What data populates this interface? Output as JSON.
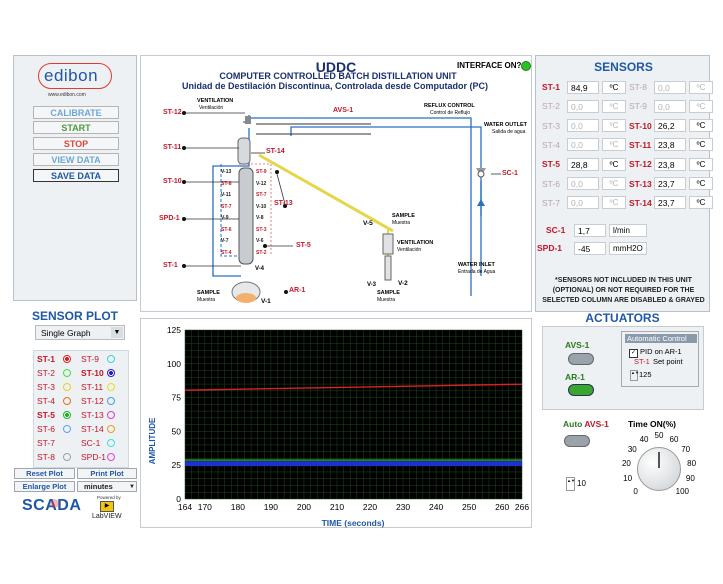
{
  "brand": {
    "logo": "edibon",
    "url": "www.edibon.com"
  },
  "controls": {
    "calibrate": "CALIBRATE",
    "start": "START",
    "stop": "STOP",
    "view_data": "VIEW DATA",
    "save_data": "SAVE DATA"
  },
  "colors": {
    "accent": "#1f57a8",
    "sensor_label": "#c0182a",
    "start": "#4d9b3b",
    "stop": "#d8483c",
    "plot_bg": "#000000",
    "indicator_on": "#28c322"
  },
  "diagram": {
    "title": "UDDC",
    "subtitle": "COMPUTER CONTROLLED BATCH DISTILLATION UNIT",
    "subtitle_es": "Unidad de Destilación Discontinua, Controlada desde Computador (PC)",
    "interface_label": "INTERFACE ON?",
    "labels": {
      "ventilation": "VENTILATION",
      "ventilation_es": "Ventilación",
      "avs1": "AVS-1",
      "reflux": "REFLUX CONTROL",
      "reflux_es": "Control de Reflujo",
      "water_outlet": "WATER OUTLET",
      "water_outlet_es": "Salida de agua",
      "sc1": "SC-1",
      "water_inlet": "WATER INLET",
      "water_inlet_es": "Entrada de Agua",
      "sample": "SAMPLE",
      "sample_es": "Muestra",
      "st12": "ST-12",
      "st11": "ST-11",
      "st10": "ST-10",
      "spd1": "SPD-1",
      "st1": "ST-1",
      "st14": "ST-14",
      "st13": "ST-13",
      "st5": "ST-5",
      "ar1": "AR-1",
      "v1": "V-1",
      "v2": "V-2",
      "v3": "V-3",
      "v4": "V-4",
      "v5": "V-5",
      "col_left": [
        "V-13",
        "ST-8",
        "V-11",
        "ST-7",
        "V-9",
        "ST-6",
        "V-7",
        "ST-4"
      ],
      "col_right": [
        "ST-9",
        "V-12",
        "ST-7",
        "V-10",
        "V-8",
        "ST-3",
        "V-6",
        "ST-2"
      ]
    }
  },
  "sensors": {
    "title": "SENSORS",
    "left": [
      {
        "id": "ST-1",
        "value": "84,9",
        "unit": "ºC",
        "enabled": true
      },
      {
        "id": "ST-2",
        "value": "0,0",
        "unit": "ºC",
        "enabled": false
      },
      {
        "id": "ST-3",
        "value": "0,0",
        "unit": "ºC",
        "enabled": false
      },
      {
        "id": "ST-4",
        "value": "0,0",
        "unit": "ºC",
        "enabled": false
      },
      {
        "id": "ST-5",
        "value": "28,8",
        "unit": "ºC",
        "enabled": true
      },
      {
        "id": "ST-6",
        "value": "0,0",
        "unit": "ºC",
        "enabled": false
      },
      {
        "id": "ST-7",
        "value": "0,0",
        "unit": "ºC",
        "enabled": false
      }
    ],
    "right": [
      {
        "id": "ST-8",
        "value": "0,0",
        "unit": "ºC",
        "enabled": false
      },
      {
        "id": "ST-9",
        "value": "0,0",
        "unit": "ºC",
        "enabled": false
      },
      {
        "id": "ST-10",
        "value": "26,2",
        "unit": "ºC",
        "enabled": true
      },
      {
        "id": "ST-11",
        "value": "23,8",
        "unit": "ºC",
        "enabled": true
      },
      {
        "id": "ST-12",
        "value": "23,8",
        "unit": "ºC",
        "enabled": true
      },
      {
        "id": "ST-13",
        "value": "23,7",
        "unit": "ºC",
        "enabled": true
      },
      {
        "id": "ST-14",
        "value": "23,7",
        "unit": "ºC",
        "enabled": true
      }
    ],
    "sc1": {
      "id": "SC-1",
      "value": "1,7",
      "unit": "l/min"
    },
    "spd1": {
      "id": "SPD-1",
      "value": "-45",
      "unit": "mmH2O"
    },
    "note": "*SENSORS NOT INCLUDED IN THIS UNIT (OPTIONAL) OR NOT REQUIRED FOR THE SELECTED COLUMN ARE DISABLED & GRAYED"
  },
  "sensor_plot": {
    "title": "SENSOR PLOT",
    "mode": "Single Graph",
    "items": [
      {
        "id": "ST-1",
        "on": true,
        "color": "#e02020"
      },
      {
        "id": "ST-9",
        "on": false,
        "color": "#40d0d0"
      },
      {
        "id": "ST-2",
        "on": false,
        "color": "#40e040"
      },
      {
        "id": "ST-10",
        "on": true,
        "color": "#2020c0"
      },
      {
        "id": "ST-3",
        "on": false,
        "color": "#e8d020"
      },
      {
        "id": "ST-11",
        "on": false,
        "color": "#e8e020"
      },
      {
        "id": "ST-4",
        "on": false,
        "color": "#e07020"
      },
      {
        "id": "ST-12",
        "on": false,
        "color": "#40a0e0"
      },
      {
        "id": "ST-5",
        "on": true,
        "color": "#20b020"
      },
      {
        "id": "ST-13",
        "on": false,
        "color": "#d040d0"
      },
      {
        "id": "ST-6",
        "on": false,
        "color": "#60a0f0"
      },
      {
        "id": "ST-14",
        "on": false,
        "color": "#e0a020"
      },
      {
        "id": "ST-7",
        "on": false,
        "color": "#f0f0f0"
      },
      {
        "id": "SC-1",
        "on": false,
        "color": "#40e0e0"
      },
      {
        "id": "ST-8",
        "on": false,
        "color": "#a0a0a0"
      },
      {
        "id": "SPD-1",
        "on": false,
        "color": "#e040e0"
      }
    ],
    "reset": "Reset Plot",
    "print": "Print Plot",
    "enlarge": "Enlarge Plot",
    "units": "minutes"
  },
  "footer": {
    "scada": "SCADA",
    "powered_by": "Powered by",
    "labview": "LabVIEW"
  },
  "chart_data": {
    "type": "line",
    "xlabel": "TIME  (seconds)",
    "ylabel": "AMPLITUDE",
    "xlim": [
      164,
      266
    ],
    "ylim": [
      0,
      125
    ],
    "xticks": [
      164,
      170,
      180,
      190,
      200,
      210,
      220,
      230,
      240,
      250,
      260,
      266
    ],
    "yticks": [
      0,
      25,
      50,
      75,
      100,
      125
    ],
    "grid": true,
    "series": [
      {
        "name": "ST-1",
        "color": "#e02020",
        "x": [
          164,
          266
        ],
        "y": [
          80.5,
          84.9
        ]
      },
      {
        "name": "ST-5",
        "color": "#20b020",
        "x": [
          164,
          266
        ],
        "y": [
          28.8,
          28.8
        ]
      },
      {
        "name": "ST-10",
        "color": "#2030d0",
        "x": [
          164,
          266
        ],
        "y": [
          26.2,
          26.2
        ]
      }
    ]
  },
  "actuators": {
    "title": "ACTUATORS",
    "avs1": "AVS-1",
    "ar1": "AR-1",
    "auto_control": "Automatic Control",
    "pid_label": "PID on AR-1",
    "setpoint_label": "Set point",
    "setpoint_id": "ST-1",
    "setpoint_value": "125",
    "auto_avs": "Auto",
    "auto_avs_id": "AVS-1",
    "auto_value": "10",
    "time_on_label": "Time ON(%)",
    "dial_ticks": [
      "0",
      "10",
      "20",
      "30",
      "40",
      "50",
      "60",
      "70",
      "80",
      "90",
      "100"
    ]
  }
}
